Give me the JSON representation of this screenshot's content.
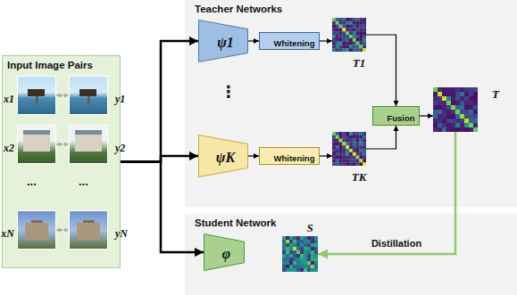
{
  "diagram": {
    "nodes": [
      {
        "text": [
          "Input Image Pairs"
        ]
      },
      {
        "text": [
          "x1"
        ],
        "in": 0
      },
      {
        "text": [
          "y1"
        ],
        "in": 0
      },
      {
        "text": [
          "x2"
        ],
        "in": 0
      },
      {
        "text": [
          "y2"
        ],
        "in": 0
      },
      {
        "text": [
          "xN"
        ],
        "in": 0
      },
      {
        "text": [
          "yN"
        ],
        "in": 0
      },
      {
        "text": [
          "Teacher Networks"
        ]
      },
      {
        "text": [
          "ψ1"
        ],
        "in": 7
      },
      {
        "text": [
          "Whitening"
        ],
        "in": 7
      },
      {
        "text": [
          "T1"
        ],
        "in": 7
      },
      {
        "text": [
          "ψK"
        ],
        "in": 7
      },
      {
        "text": [
          "Whitening"
        ],
        "in": 7
      },
      {
        "text": [
          "TK"
        ],
        "in": 7
      },
      {
        "text": [
          "Fusion"
        ],
        "in": 7
      },
      {
        "text": [
          "T"
        ],
        "in": 7
      },
      {
        "text": [
          "Student Network"
        ]
      },
      {
        "text": [
          "φ"
        ],
        "in": 16
      },
      {
        "text": [
          "S"
        ],
        "in": 16
      }
    ],
    "edges": [
      {
        "from": 0,
        "to": 8,
        "arrow": "to"
      },
      {
        "from": 0,
        "to": 11,
        "arrow": "to"
      },
      {
        "from": 0,
        "to": 17,
        "arrow": "to"
      },
      {
        "from": 1,
        "to": 2,
        "arrow": "both"
      },
      {
        "from": 3,
        "to": 4,
        "arrow": "both"
      },
      {
        "from": 5,
        "to": 6,
        "arrow": "both"
      },
      {
        "from": 8,
        "to": 9,
        "arrow": "to"
      },
      {
        "from": 9,
        "to": 10,
        "arrow": "to"
      },
      {
        "from": 11,
        "to": 12,
        "arrow": "to"
      },
      {
        "from": 12,
        "to": 13,
        "arrow": "to"
      },
      {
        "from": 10,
        "to": 14,
        "arrow": "to"
      },
      {
        "from": 13,
        "to": 14,
        "arrow": "to"
      },
      {
        "from": 14,
        "to": 15,
        "arrow": "to"
      },
      {
        "from": 15,
        "to": 18,
        "label": "Distillation",
        "arrow": "to"
      }
    ],
    "labels": [
      "...",
      "...",
      "⋮"
    ]
  }
}
